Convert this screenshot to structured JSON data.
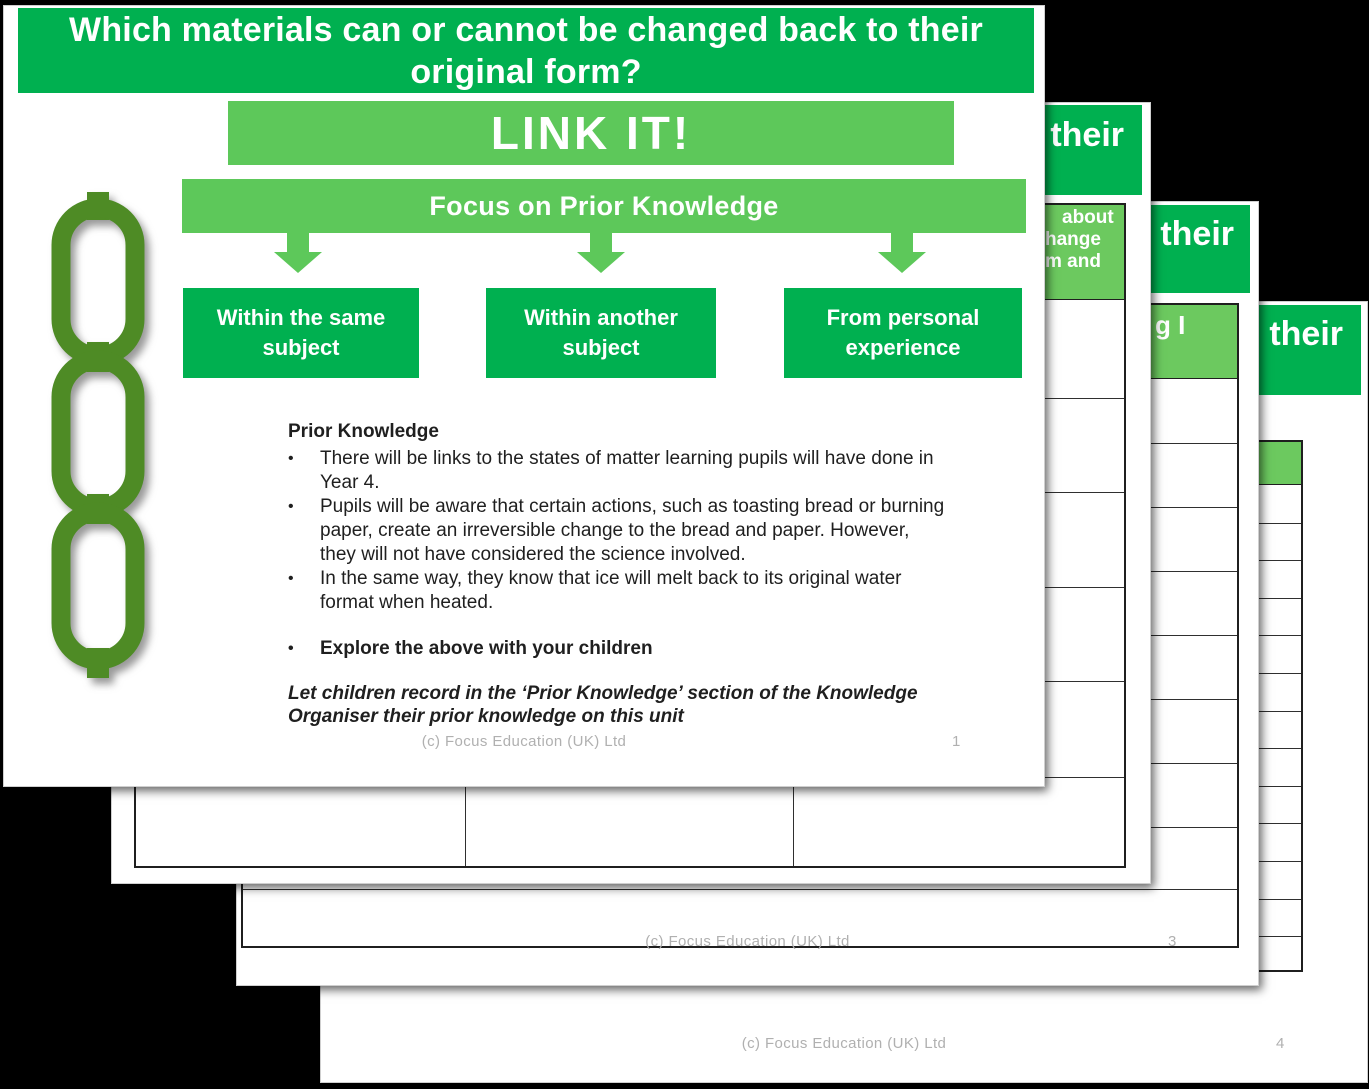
{
  "colors": {
    "background": "#000000",
    "dark_green": "#00b050",
    "light_green": "#5dc85a",
    "cell_green": "#6cc95f",
    "chain_green": "#4e8b25",
    "footer_gray": "#b0b0b0"
  },
  "slide1": {
    "title": "Which materials can or cannot be changed back to their original form?",
    "link_it": "LINK IT!",
    "focus": "Focus on Prior Knowledge",
    "boxes": [
      "Within the same subject",
      "Within another subject",
      "From personal experience"
    ],
    "bullet_glyph": "•",
    "body": {
      "heading": "Prior Knowledge",
      "bullets": [
        "There will be links to the states of matter learning pupils will have done in Year 4.",
        "Pupils will be aware that certain actions, such as toasting bread or burning paper, create an irreversible change to the bread and paper. However, they will not have considered the science involved.",
        "In the same way, they know that ice will melt back to its original water format when heated."
      ],
      "explore": "Explore the above with your children",
      "note": "Let children record in the ‘Prior Knowledge’ section of the Knowledge Organiser their prior knowledge on this unit"
    },
    "footer": "(c) Focus Education (UK) Ltd",
    "page_number": "1"
  },
  "slide2": {
    "title_fragment": "their",
    "cell_fragments": [
      "about",
      "hange",
      "m and"
    ]
  },
  "slide3": {
    "title_fragment": "their",
    "cell_fragment": "g I",
    "footer": "(c) Focus Education (UK) Ltd",
    "page_number": "3"
  },
  "slide4": {
    "title_fragment": "their",
    "footer": "(c) Focus Education (UK) Ltd",
    "page_number": "4"
  }
}
